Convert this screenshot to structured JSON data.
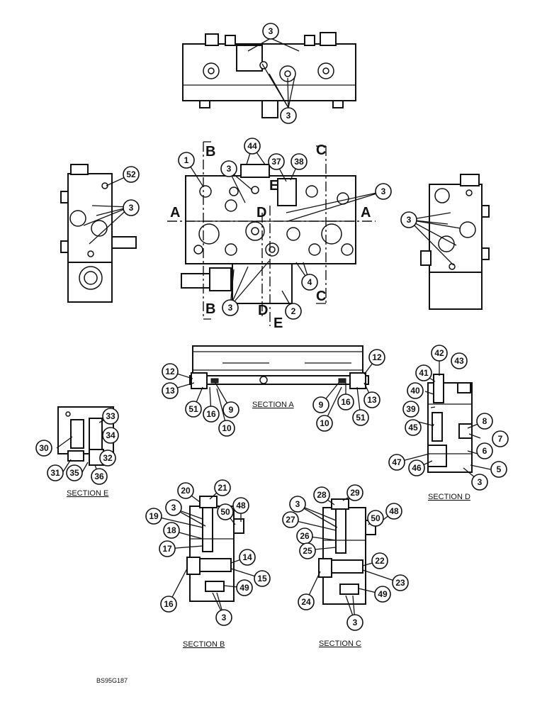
{
  "figure_code": "BS95G187",
  "section_captions": {
    "a": "SECTION A",
    "b": "SECTION B",
    "c": "SECTION C",
    "d": "SECTION D",
    "e": "SECTION E"
  },
  "cut_letters": {
    "a": "A",
    "b": "B",
    "c": "C",
    "d": "D",
    "e": "E"
  },
  "callouts": {
    "top_3a": "3",
    "top_3b": "3",
    "main_1": "1",
    "main_44": "44",
    "main_37": "37",
    "main_38": "38",
    "main_3a": "3",
    "main_3b": "3",
    "main_3c": "3",
    "main_4": "4",
    "main_2": "2",
    "left_52": "52",
    "left_3": "3",
    "right_3": "3",
    "sa_12l": "12",
    "sa_13l": "13",
    "sa_51l": "51",
    "sa_16l": "16",
    "sa_9l": "9",
    "sa_10l": "10",
    "sa_12r": "12",
    "sa_13r": "13",
    "sa_51r": "51",
    "sa_16r": "16",
    "sa_9r": "9",
    "sa_10r": "10",
    "sd_42": "42",
    "sd_43": "43",
    "sd_41": "41",
    "sd_40": "40",
    "sd_39": "39",
    "sd_45": "45",
    "sd_8": "8",
    "sd_7": "7",
    "sd_6": "6",
    "sd_47": "47",
    "sd_46": "46",
    "sd_5": "5",
    "sd_3": "3",
    "se_33": "33",
    "se_34": "34",
    "se_30": "30",
    "se_32": "32",
    "se_31": "31",
    "se_35": "35",
    "se_36": "36",
    "sb_20": "20",
    "sb_21": "21",
    "sb_3a": "3",
    "sb_19": "19",
    "sb_50": "50",
    "sb_48": "48",
    "sb_18": "18",
    "sb_17": "17",
    "sb_14": "14",
    "sb_15": "15",
    "sb_49": "49",
    "sb_16": "16",
    "sb_3b": "3",
    "sc_28": "28",
    "sc_29": "29",
    "sc_3a": "3",
    "sc_27": "27",
    "sc_50": "50",
    "sc_48": "48",
    "sc_26": "26",
    "sc_25": "25",
    "sc_22": "22",
    "sc_23": "23",
    "sc_49": "49",
    "sc_24": "24",
    "sc_3b": "3"
  }
}
